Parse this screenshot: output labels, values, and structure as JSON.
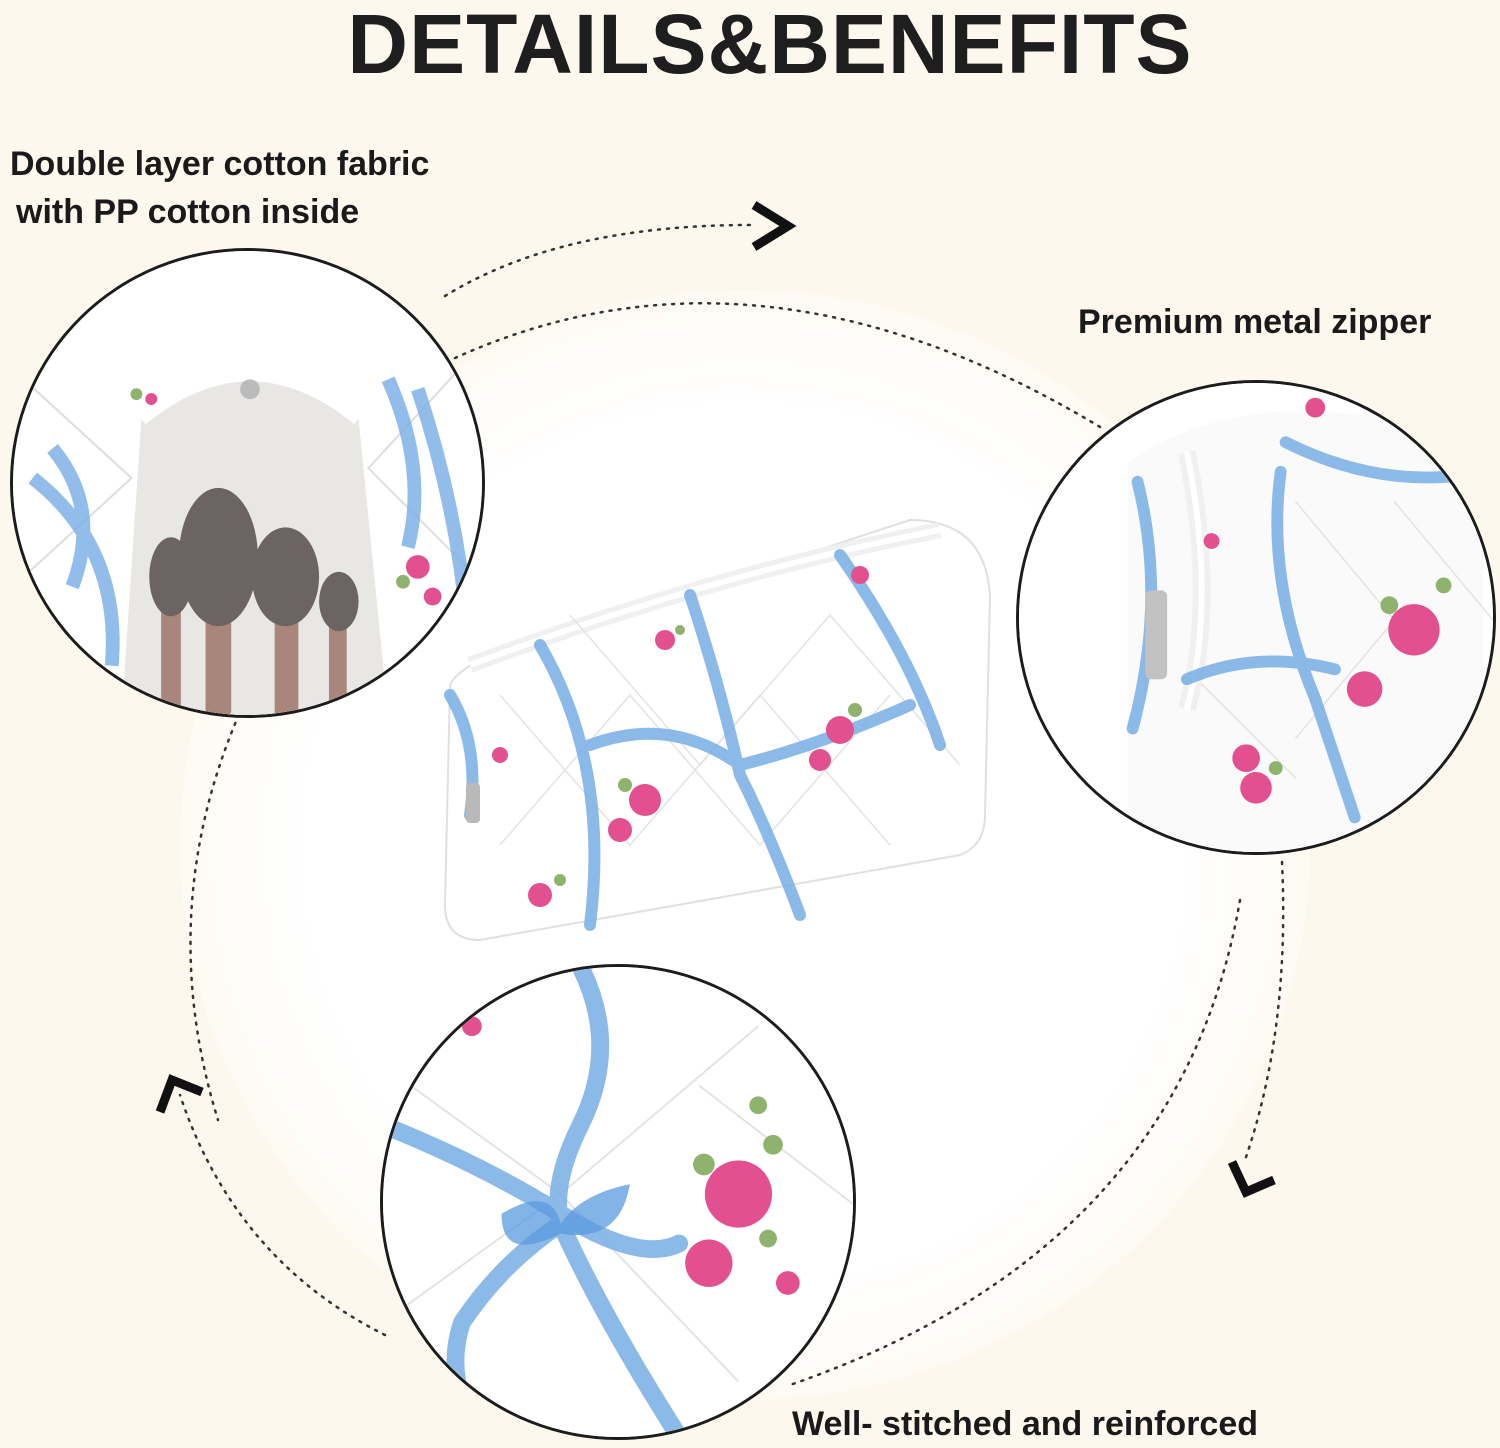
{
  "heading": "DETAILS&BENEFITS",
  "features": {
    "fabric": {
      "line1": "Double layer cotton fabric",
      "line2": "with PP cotton inside"
    },
    "zipper": "Premium metal zipper",
    "stitching": "Well- stitched and reinforced"
  },
  "colors": {
    "background": "#fdf8ee",
    "ribbon": "#7fb2e6",
    "rose": "#e2508f",
    "leaf": "#8fb36d",
    "text": "#1a1a1a"
  },
  "icons": [
    "arrow-right-icon",
    "arrow-down-icon",
    "arrow-up-left-icon"
  ]
}
